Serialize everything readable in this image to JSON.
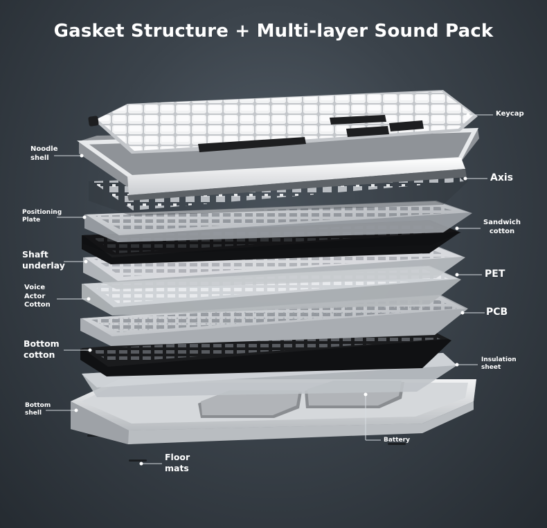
{
  "title": "Gasket Structure + Multi-layer Sound Pack",
  "labels": {
    "keycap": "Keycap",
    "noodle_shell": "Noodle shell",
    "axis": "Axis",
    "positioning_plate": "Positioning Plate",
    "sandwich_cotton": "Sandwich cotton",
    "shaft_underlay": "Shaft underlay",
    "pet": "PET",
    "voice_actor_cotton": "Voice Actor Cotton",
    "pcb": "PCB",
    "bottom_cotton": "Bottom cotton",
    "insulation_sheet": "Insulation sheet",
    "bottom_shell": "Bottom shell",
    "battery": "Battery",
    "floor_mats": "Floor mats"
  },
  "colors": {
    "background": "#3b434b",
    "label_text": "#ffffff",
    "leader_line": "#d8dde2",
    "keycap_white": "#e9eaec",
    "keycap_black": "#1d1e20",
    "dark_layer": "#1a1b1d",
    "metal_layer": "#cfd2d6",
    "shell_silver": "#dcdee1"
  }
}
